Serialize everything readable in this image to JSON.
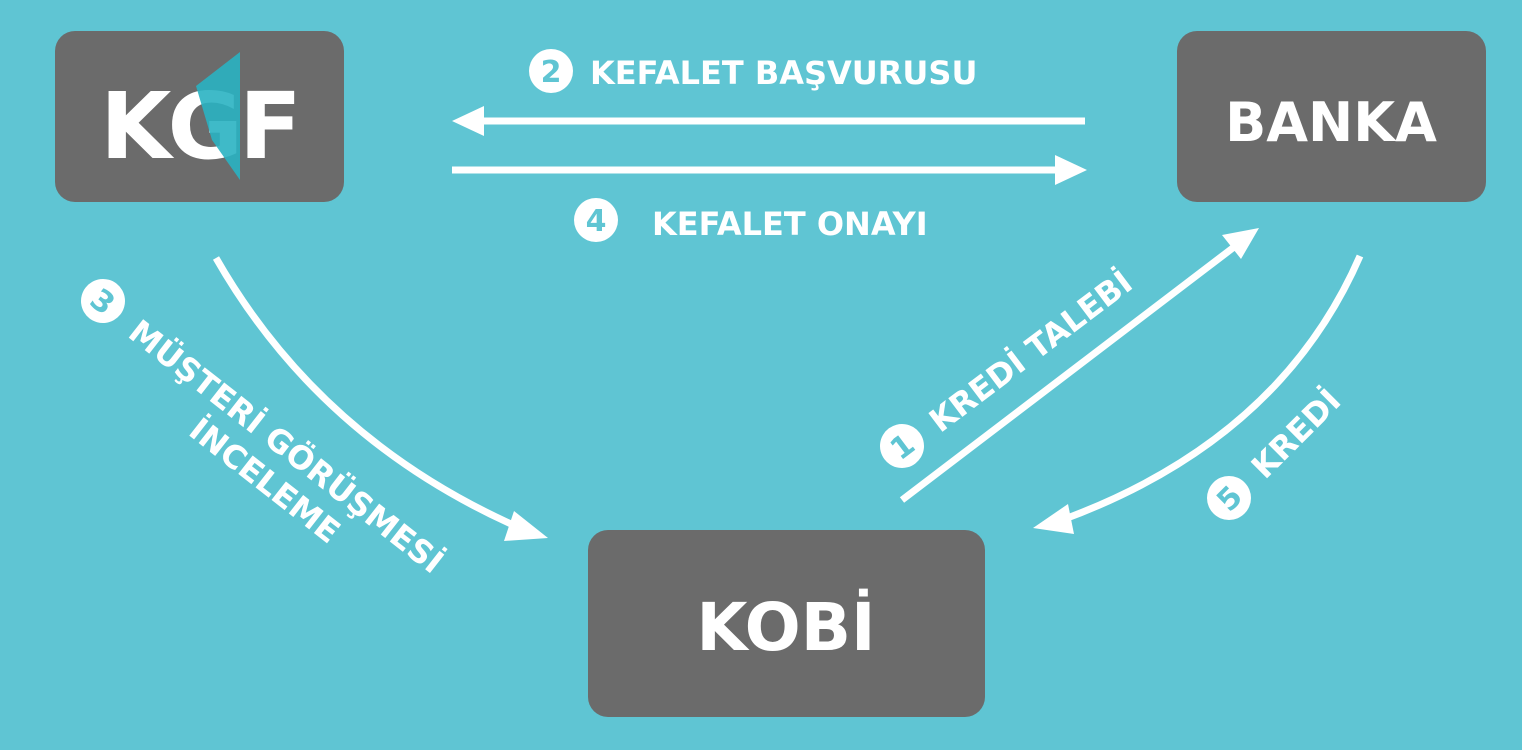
{
  "colors": {
    "background": "#5fc5d3",
    "box": "#6b6b6b",
    "text": "#ffffff",
    "badge_text": "#5fc5d3",
    "logo_accent": "#2ab3c2"
  },
  "nodes": {
    "kgf_logo": "KGF",
    "banka": "BANKA",
    "kobi": "KOBİ"
  },
  "steps": [
    {
      "number": "1",
      "label": "KREDİ TALEBİ"
    },
    {
      "number": "2",
      "label": "KEFALET BAŞVURUSU"
    },
    {
      "number": "3",
      "label": "MÜŞTERİ GÖRÜŞMESİ",
      "label_line2": "İNCELEME"
    },
    {
      "number": "4",
      "label": "KEFALET ONAYI"
    },
    {
      "number": "5",
      "label": "KREDİ"
    }
  ]
}
